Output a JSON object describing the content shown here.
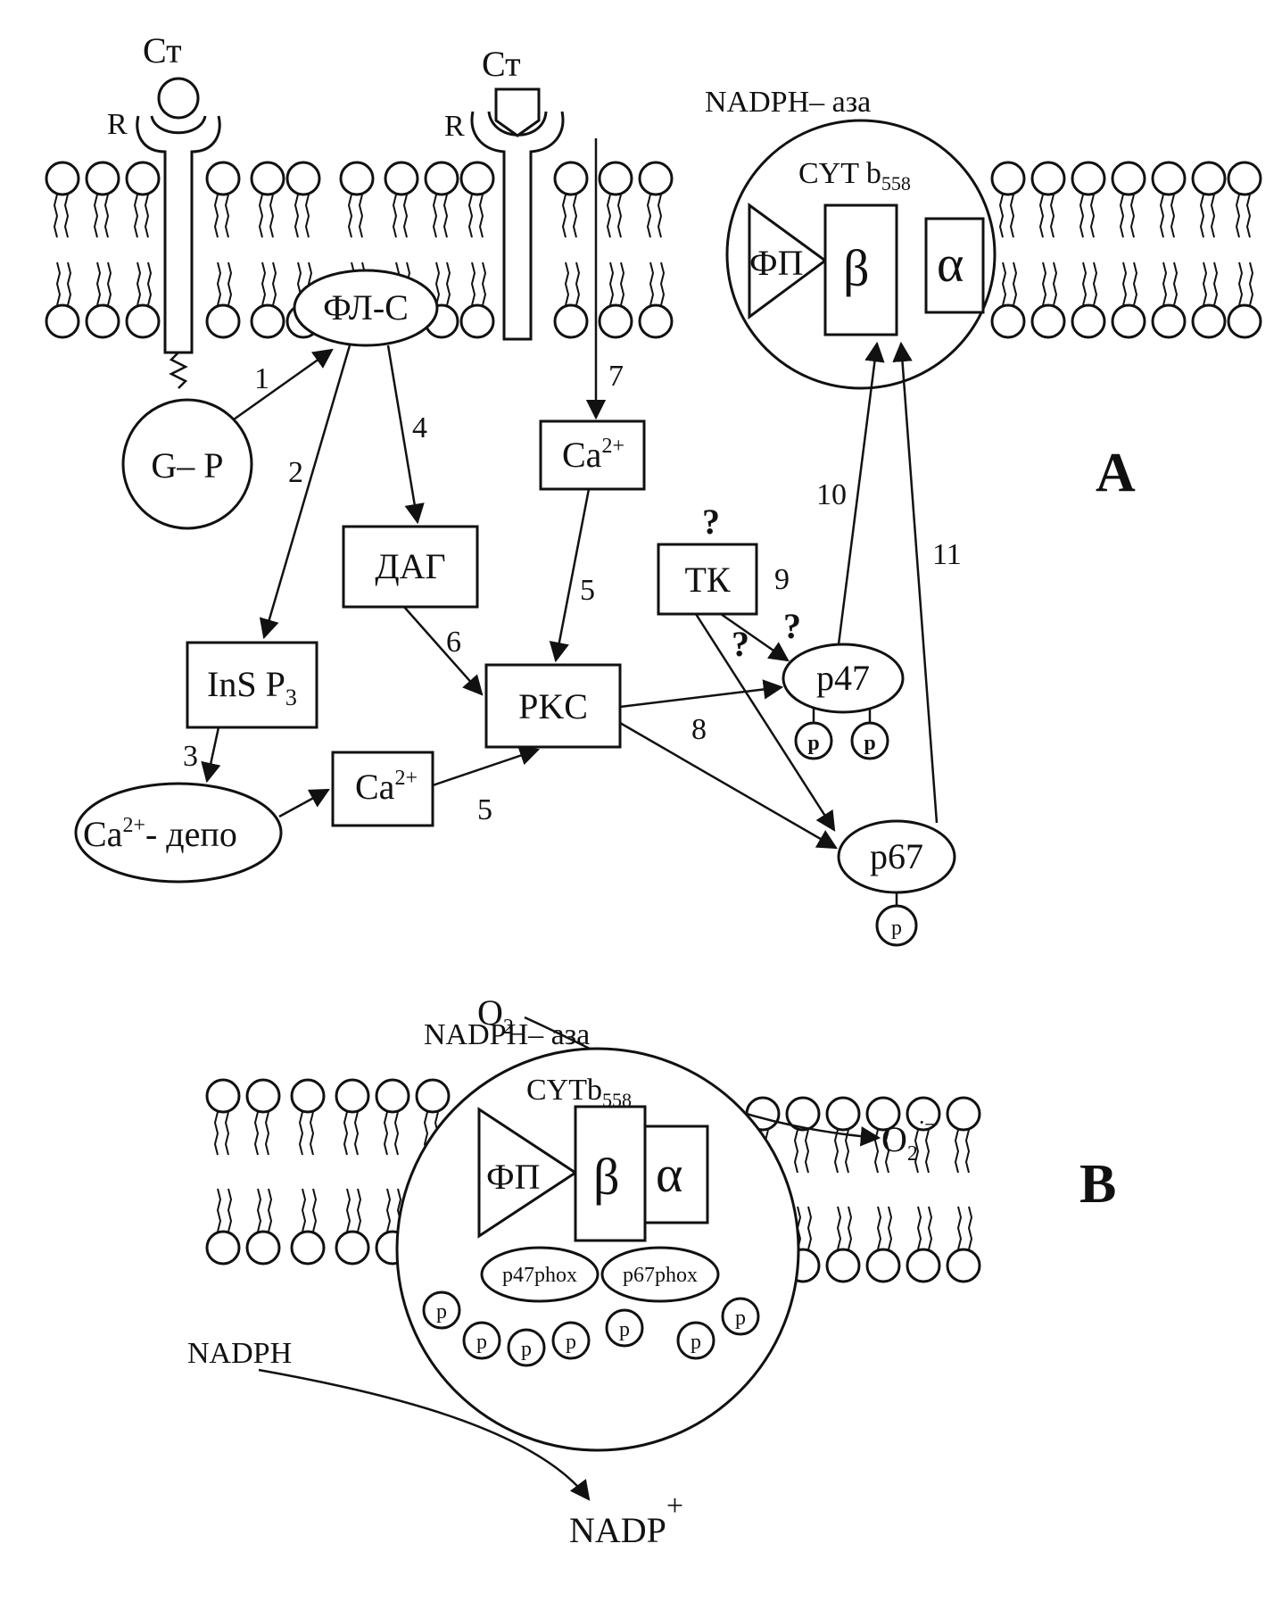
{
  "panels": {
    "a": "A",
    "b": "B"
  },
  "receptors": {
    "ligand1": "Ст",
    "ligand2": "Ст",
    "r1": "R",
    "r2": "R"
  },
  "panel_a": {
    "nadph_oxidase": "NADPH– аза",
    "cyt": "CYT b",
    "cyt_sub": "558",
    "fp": "ФП",
    "beta": "β",
    "alpha": "α",
    "plc": "ФЛ-С",
    "gp": "G– P",
    "dag": "ДАГ",
    "ca_top": "Ca",
    "ca_top_sup": "2+",
    "ins": "InS P",
    "ins_sub": "3",
    "pkc": "PKC",
    "tk": "ТК",
    "ca_mid": "Ca",
    "ca_mid_sup": "2+",
    "ca_depot": "Ca",
    "ca_depot_sup": "2+",
    "ca_depot_rest": "- депо",
    "p47": "p47",
    "p67": "p67",
    "p": "p",
    "q": "?"
  },
  "steps": {
    "s1": "1",
    "s2": "2",
    "s3": "3",
    "s4": "4",
    "s5a": "5",
    "s5b": "5",
    "s6": "6",
    "s7": "7",
    "s8": "8",
    "s9": "9",
    "s10": "10",
    "s11": "11"
  },
  "panel_b": {
    "o2": "O",
    "o2_sub": "2",
    "o2r": "O",
    "o2r_sub": "2",
    "o2r_sup": "·–",
    "nadph_oxidase": "NADPH– аза",
    "cyt": "CYTb",
    "cyt_sub": "558",
    "fp": "ФП",
    "beta": "β",
    "alpha": "α",
    "p47phox": "p47phox",
    "p67phox": "p67phox",
    "p": "p",
    "nadph": "NADPH",
    "nadp": "NADP",
    "nadp_sup": "+"
  }
}
